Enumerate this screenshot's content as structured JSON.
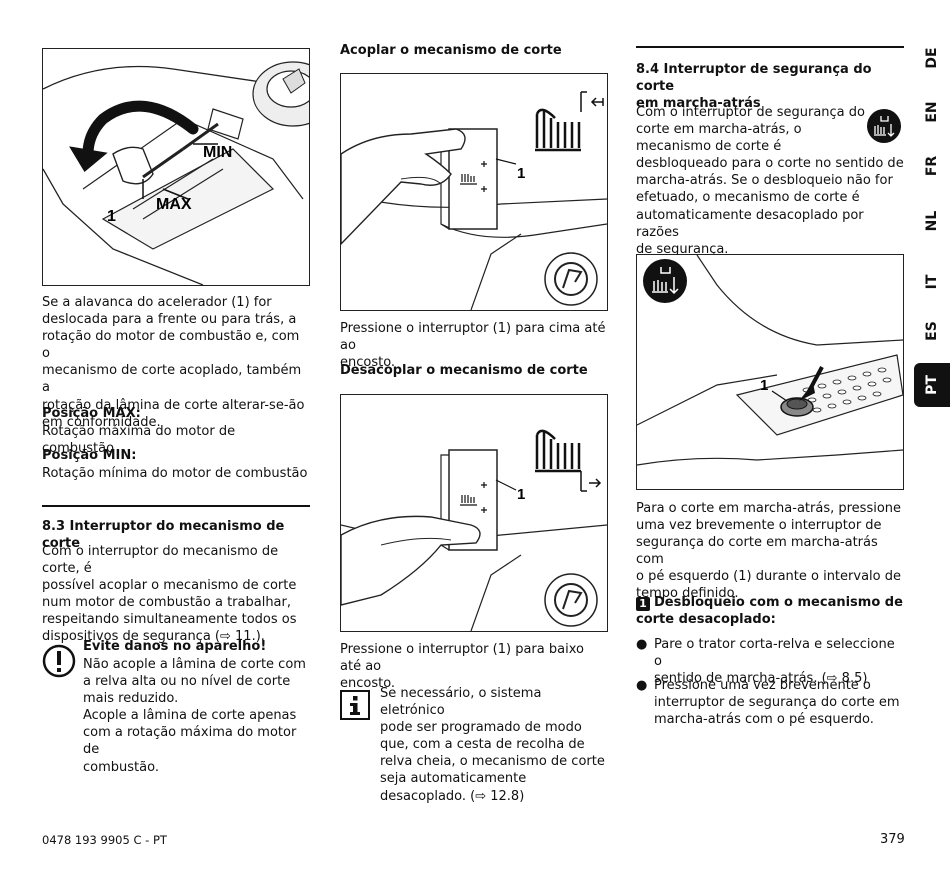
{
  "col1": {
    "figure_labels": {
      "min": "MIN",
      "max": "MAX",
      "one": "1"
    },
    "intro_lines": [
      "Se a alavanca do acelerador (1) for",
      "deslocada para a frente ou para trás, a",
      "rotação do motor de combustão e, com o",
      "mecanismo de corte acoplado, também a",
      "rotação da lâmina de corte alterar-se-ão",
      "em conformidade."
    ],
    "pos_max_title": "Posição MAX:",
    "pos_max_text": "Rotação máxima do motor de combustão",
    "pos_min_title": "Posição MIN:",
    "pos_min_text": "Rotação mínima do motor de combustão",
    "section_title": "8.3 Interruptor do mecanismo de corte",
    "section_lines": [
      "Com o interruptor do mecanismo de corte, é",
      "possível acoplar o mecanismo de corte",
      "num motor de combustão a trabalhar,",
      "respeitando simultaneamente todos os",
      "dispositivos de segurança (⇨ 11.)."
    ],
    "warning_title": "Evite danos no aparelho!",
    "warning_lines": [
      "Não acople a lâmina de corte com",
      "a relva alta ou no nível de corte",
      "mais reduzido.",
      "Acople a lâmina de corte apenas",
      "com a rotação máxima do motor de",
      "combustão."
    ]
  },
  "col2": {
    "couple_title": "Acoplar o mecanismo de corte",
    "couple_lines": [
      "Pressione o interruptor (1) para cima até ao",
      "encosto."
    ],
    "decouple_title": "Desacoplar o mecanismo de corte",
    "decouple_lines": [
      "Pressione o interruptor (1) para baixo até ao",
      "encosto."
    ],
    "fig_label": "1",
    "info_lines": [
      "Se necessário, o sistema eletrónico",
      "pode ser programado de modo",
      "que, com a cesta de recolha de",
      "relva cheia, o mecanismo de corte",
      "seja automaticamente",
      "desacoplado. (⇨ 12.8)"
    ]
  },
  "col3": {
    "section_title_lines": [
      "8.4 Interruptor de segurança do corte",
      "em marcha-atrás"
    ],
    "intro_lines": [
      "Com o interruptor de segurança do",
      "corte em marcha-atrás, o",
      "mecanismo de corte é",
      "desbloqueado para o corte no sentido de",
      "marcha-atrás. Se o desbloqueio não for",
      "efetuado, o mecanismo de corte é",
      "automaticamente desacoplado por razões",
      "de segurança."
    ],
    "fig_label": "1",
    "after_fig_lines": [
      "Para o corte em marcha-atrás, pressione",
      "uma vez brevemente o interruptor de",
      "segurança do corte em marcha-atrás com",
      "o pé esquerdo (1) durante o intervalo de",
      "tempo definido."
    ],
    "step_number": "1",
    "step_title_a": "Desbloqueio com o mecanismo de",
    "step_title_b": "corte desacoplado:",
    "bullets": [
      [
        "Pare o trator corta-relva e seleccione o",
        "sentido de marcha-atrás. (⇨ 8.5)"
      ],
      [
        "Pressione uma vez brevemente o",
        "interruptor de segurança do corte em",
        "marcha-atrás com o pé esquerdo."
      ]
    ]
  },
  "tabs": [
    "DE",
    "EN",
    "FR",
    "NL",
    "IT",
    "ES",
    "PT"
  ],
  "active_tab": "PT",
  "footer": {
    "doc_code": "0478 193 9905 C - PT",
    "page_number": "379"
  }
}
